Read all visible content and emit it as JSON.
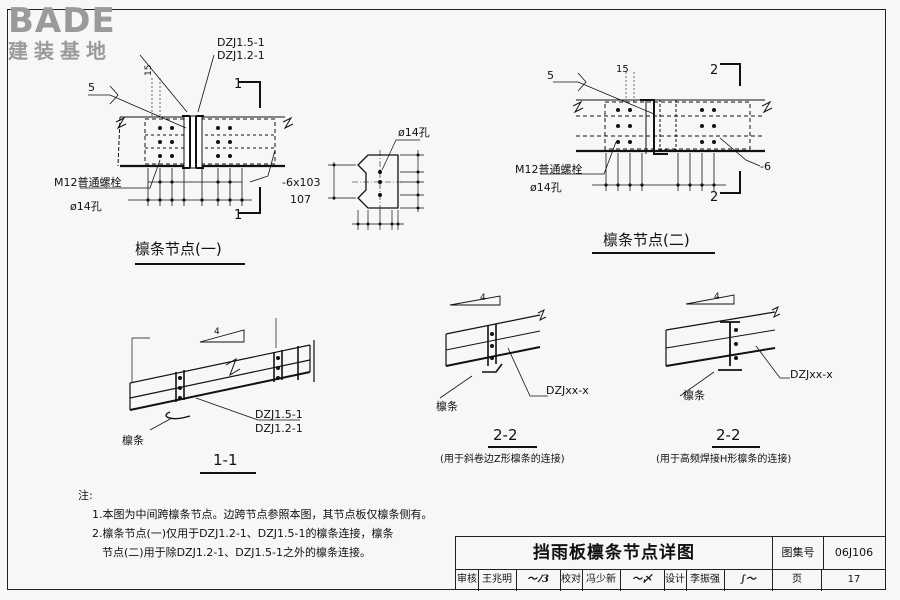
{
  "logo": {
    "brand": "BADE",
    "cn": "建装基地"
  },
  "top_left": {
    "code_a": "DZJ1.5-1",
    "code_b": "DZJ1.2-1",
    "dim_15": "15",
    "dim_5": "5",
    "section_mark": "1",
    "bolt_label": "M12普通螺栓",
    "hole_label": "ø14孔",
    "plate_label": "-6x103",
    "plate_len": "107",
    "caption": "檩条节点(一)"
  },
  "plate_detail": {
    "hole_label": "ø14孔"
  },
  "top_right": {
    "dim_5": "5",
    "dim_15": "15",
    "section_mark": "2",
    "bolt_label": "M12普通螺栓",
    "hole_label": "ø14孔",
    "plate_label": "-6",
    "caption": "檩条节点(二)"
  },
  "section_1": {
    "slope": "4",
    "code_a": "DZJ1.5-1",
    "code_b": "DZJ1.2-1",
    "purlin": "檩条",
    "caption": "1-1"
  },
  "section_2a": {
    "slope": "4",
    "member": "DZJxx-x",
    "purlin": "檩条",
    "caption": "2-2",
    "subcaption": "(用于斜卷边Z形檩条的连接)"
  },
  "section_2b": {
    "slope": "4",
    "member": "DZJxx-x",
    "purlin": "檩条",
    "caption": "2-2",
    "subcaption": "(用于高频焊接H形檩条的连接)"
  },
  "notes": {
    "head": "注:",
    "line1": "1.本图为中间跨檩条节点。边跨节点参照本图，其节点板仅檩条侧有。",
    "line2": "2.檩条节点(一)仅用于DZJ1.2-1、DZJ1.5-1的檩条连接，檩条",
    "line3": "节点(二)用于除DZJ1.2-1、DZJ1.5-1之外的檩条连接。"
  },
  "title_block": {
    "title": "挡雨板檩条节点详图",
    "atlas_label": "图集号",
    "atlas_no": "06J106",
    "review_label": "审核",
    "review_name": "王兆明",
    "check_label": "校对",
    "check_name": "冯少新",
    "design_label": "设计",
    "design_name": "李振强",
    "page_label": "页",
    "page_no": "17"
  }
}
